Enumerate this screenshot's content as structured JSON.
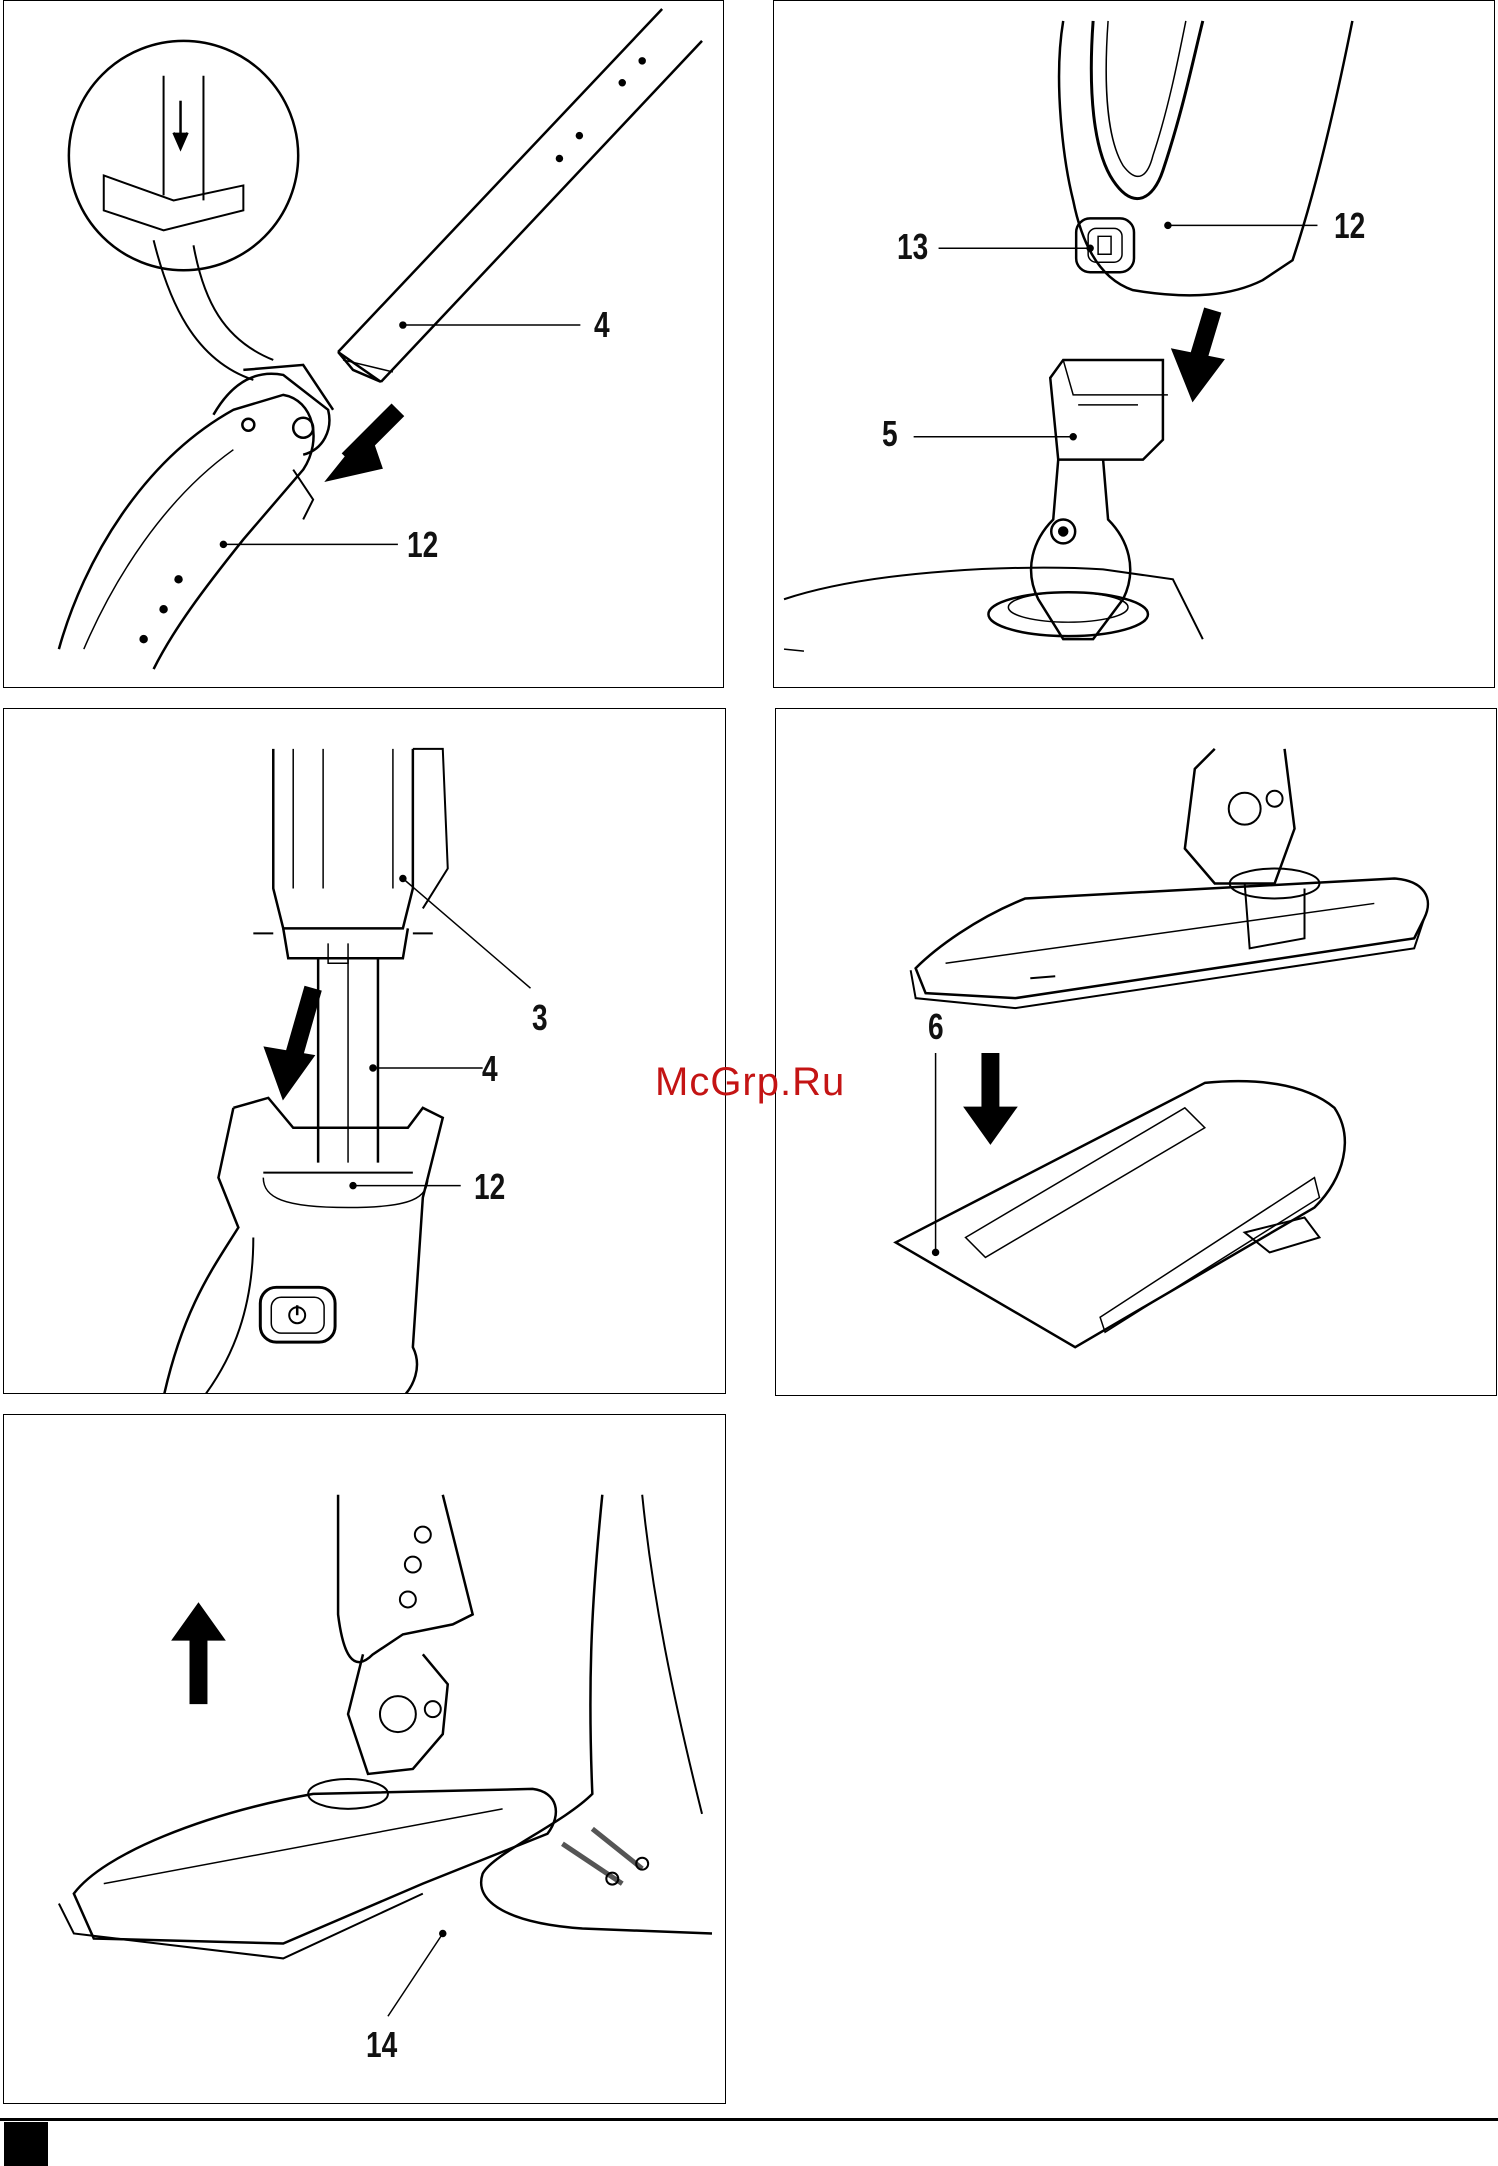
{
  "watermark": "McGrp.Ru",
  "panels": {
    "p1": {
      "callouts": {
        "a": "4",
        "b": "12"
      }
    },
    "p2": {
      "callouts": {
        "a": "13",
        "b": "12",
        "c": "5"
      }
    },
    "p3": {
      "callouts": {
        "a": "3",
        "b": "4",
        "c": "12"
      }
    },
    "p4": {
      "callouts": {
        "a": "6"
      }
    },
    "p5": {
      "callouts": {
        "a": "14"
      }
    }
  }
}
